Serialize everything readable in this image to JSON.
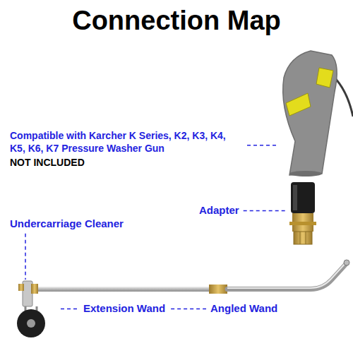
{
  "diagram": {
    "title": "Connection Map",
    "labels": [
      "Compatible with Karcher K Series, K2, K3, K4, K5, K6, K7 Pressure Washer Gun",
      "NOT INCLUDED",
      "Adapter",
      "Undercarriage Cleaner",
      "Extension Wand",
      "Angled Wand"
    ]
  }
}
